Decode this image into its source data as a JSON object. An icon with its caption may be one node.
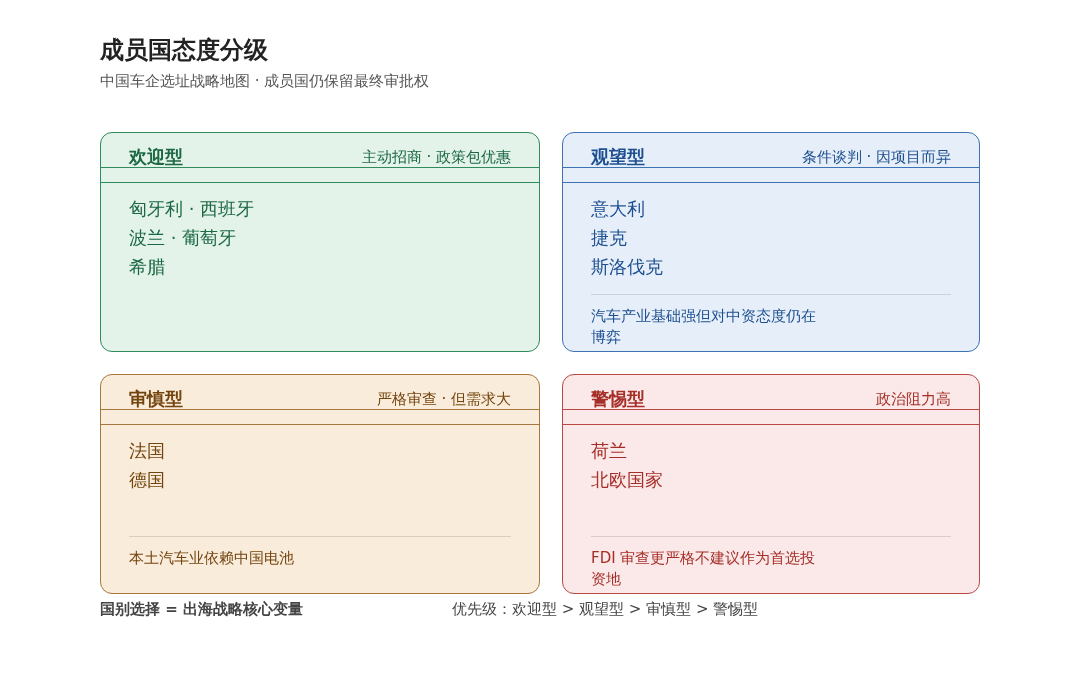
{
  "diagram": {
    "title": "成员国态度分级",
    "nodes": [
      {
        "text": [
          "欢迎型",
          "主动招商 · 政策包优惠",
          "匈牙利 · 西班牙",
          "波兰 · 葡萄牙",
          "希腊"
        ]
      },
      {
        "text": [
          "观望型",
          "条件谈判 · 因项目而异",
          "意大利",
          "捷克",
          "斯洛伐克",
          "汽车产业基础强但对中资态度仍在博弈"
        ]
      },
      {
        "text": [
          "审慎型",
          "严格审查 · 但需求大",
          "法国",
          "德国",
          "本土汽车业依赖中国电池"
        ]
      },
      {
        "text": [
          "警惕型",
          "政治阻力高",
          "荷兰",
          "北欧国家",
          "FDI 审查更严格不建议作为首选投资地"
        ]
      }
    ],
    "edges": [],
    "labels": [
      "中国车企选址战略地图 · 成员国仍保留最终审批权",
      "国别选择 = 出海战略核心变量",
      "优先级：欢迎型 > 观望型 > 审慎型 > 警惕型"
    ]
  }
}
